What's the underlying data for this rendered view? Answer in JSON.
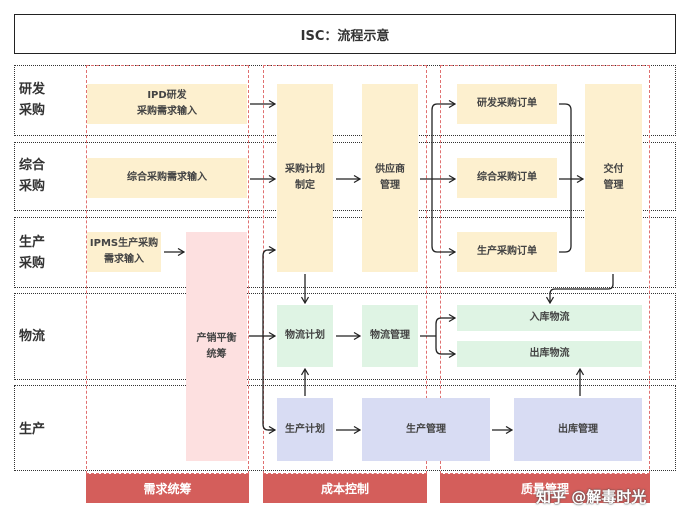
{
  "title": "ISC：流程示意",
  "rows": [
    {
      "label": "研发\n采购"
    },
    {
      "label": "综合\n采购"
    },
    {
      "label": "生产\n采购"
    },
    {
      "label": "物流"
    },
    {
      "label": "生产"
    }
  ],
  "columns": [
    {
      "label": "需求统筹"
    },
    {
      "label": "成本控制"
    },
    {
      "label": "质量管理"
    }
  ],
  "boxes": {
    "ipd_input": "IPD研发\n采购需求输入",
    "general_input": "综合采购需求输入",
    "ipms_input": "IPMS生产采购\n需求输入",
    "sales_balance": "产销平衡\n统筹",
    "purchase_plan": "采购计划\n制定",
    "supplier_mgmt": "供应商\n管理",
    "rd_order": "研发采购订单",
    "general_order": "综合采购订单",
    "production_order": "生产采购订单",
    "delivery_mgmt": "交付\n管理",
    "logistics_plan": "物流计划",
    "logistics_mgmt": "物流管理",
    "inbound_logistics": "入库物流",
    "outbound_logistics": "出库物流",
    "production_plan": "生产计划",
    "production_mgmt": "生产管理",
    "outbound_mgmt": "出库管理"
  },
  "colors": {
    "demand": "#fdf0cf",
    "logistics": "#dff4e4",
    "production": "#d8dcf3",
    "balance": "#fde0e0",
    "bar": "#d45e5b",
    "column_outline": "#e07070"
  },
  "watermark": "知乎 @解毒时光"
}
